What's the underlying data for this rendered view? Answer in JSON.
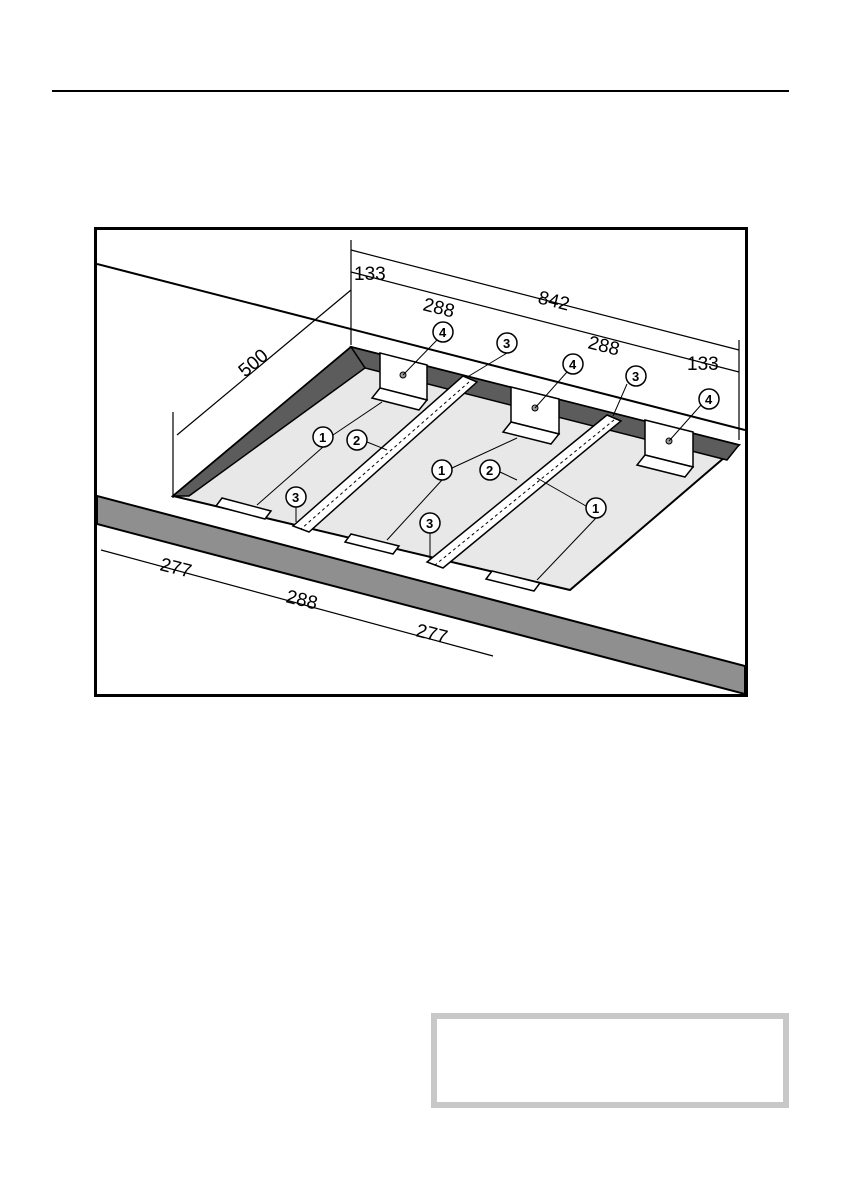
{
  "figure": {
    "dimensions": {
      "total_width": "842",
      "left_offset": "133",
      "spacing_left": "288",
      "spacing_right": "288",
      "right_offset": "133",
      "depth": "500",
      "front_left": "277",
      "front_middle": "288",
      "front_right": "277"
    },
    "callouts": [
      "1",
      "2",
      "3",
      "4"
    ]
  },
  "colors": {
    "cutout_floor": "#e8e8e8",
    "cutout_walls": "#5c5c5c",
    "front_edge": "#8f8f8f",
    "note_border": "#c8c8c8"
  }
}
